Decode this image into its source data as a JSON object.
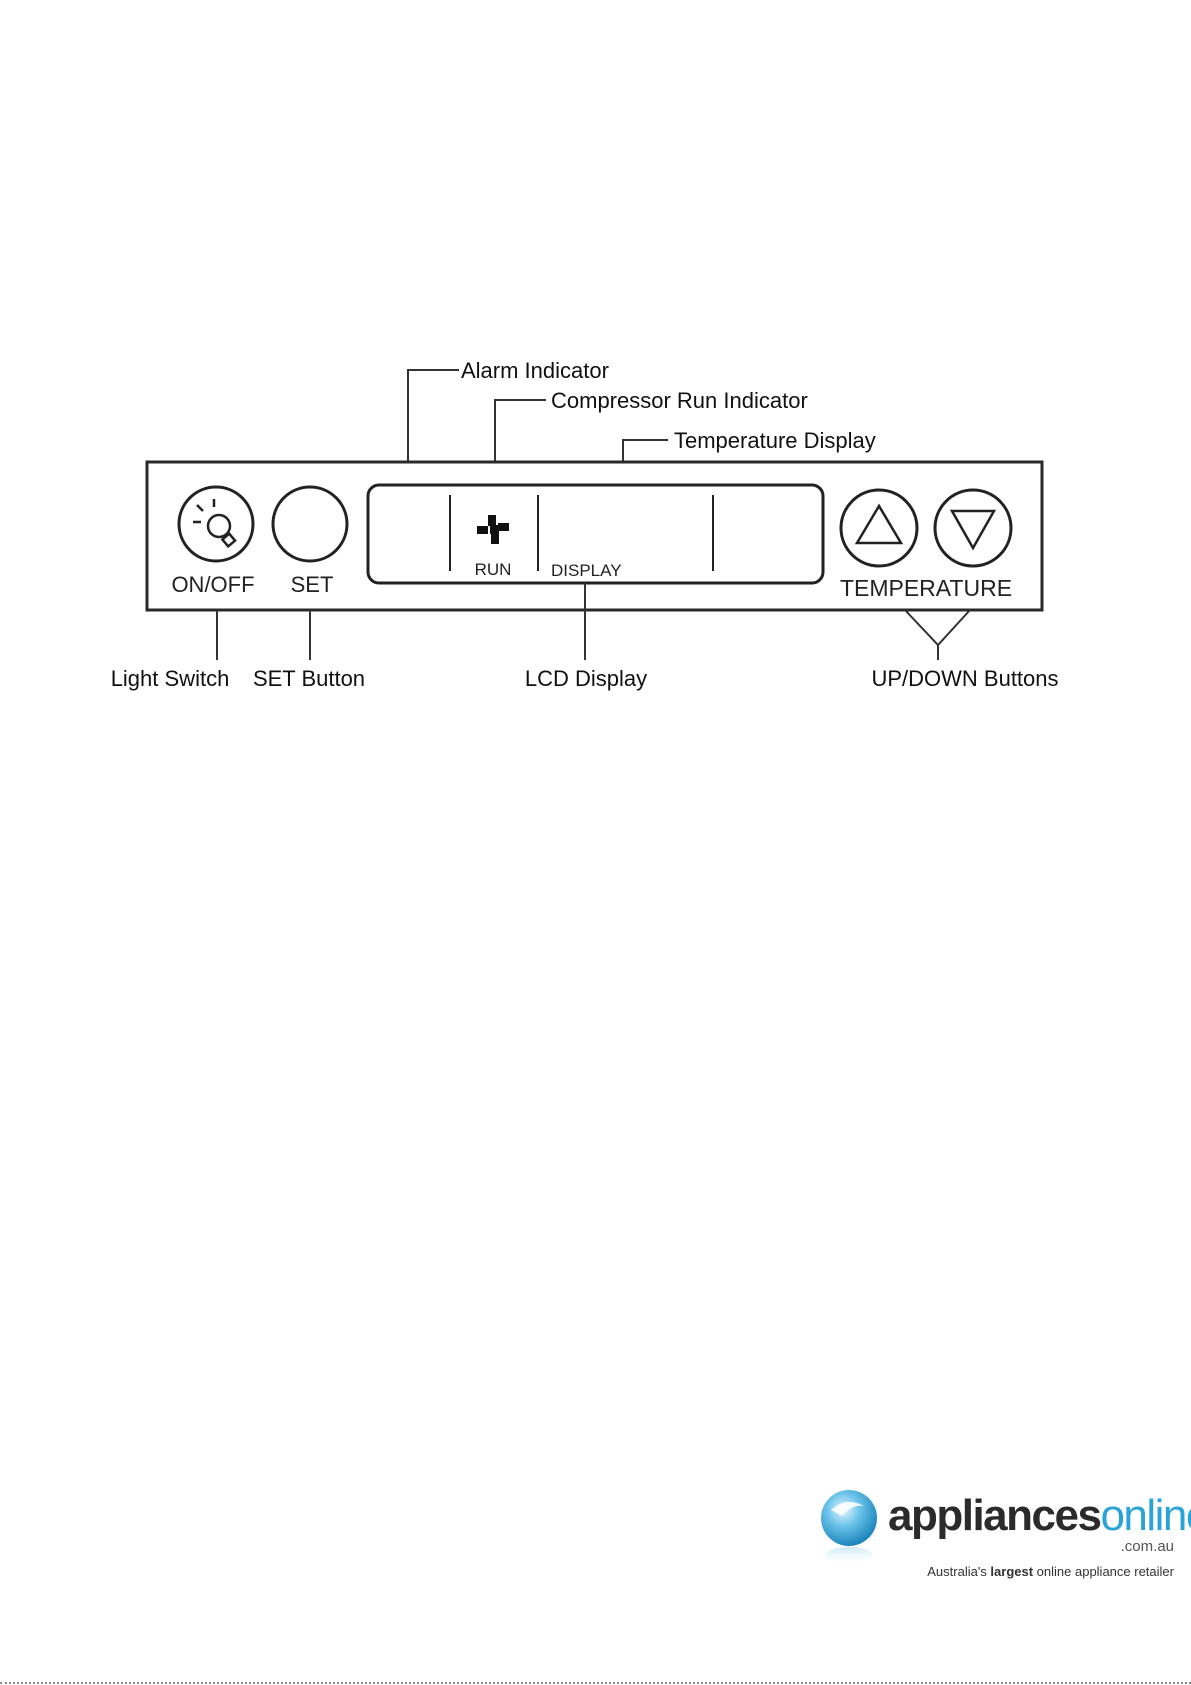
{
  "callouts": {
    "alarm_indicator": "Alarm Indicator",
    "compressor_run_indicator": "Compressor Run Indicator",
    "temperature_display": "Temperature Display",
    "light_switch": "Light Switch",
    "set_button": "SET Button",
    "lcd_display": "LCD Display",
    "up_down_buttons": "UP/DOWN Buttons"
  },
  "panel": {
    "on_off_label": "ON/OFF",
    "set_label": "SET",
    "run_label": "RUN",
    "display_label": "DISPLAY",
    "temperature_label": "TEMPERATURE"
  },
  "logo": {
    "word_bold": "appliances",
    "word_light": "online",
    "domain": ".com.au",
    "tagline_pre": "Australia's ",
    "tagline_bold": "largest",
    "tagline_post": " online appliance retailer",
    "colors": {
      "dark": "#2b2b2b",
      "accent": "#2aa4d8"
    }
  }
}
